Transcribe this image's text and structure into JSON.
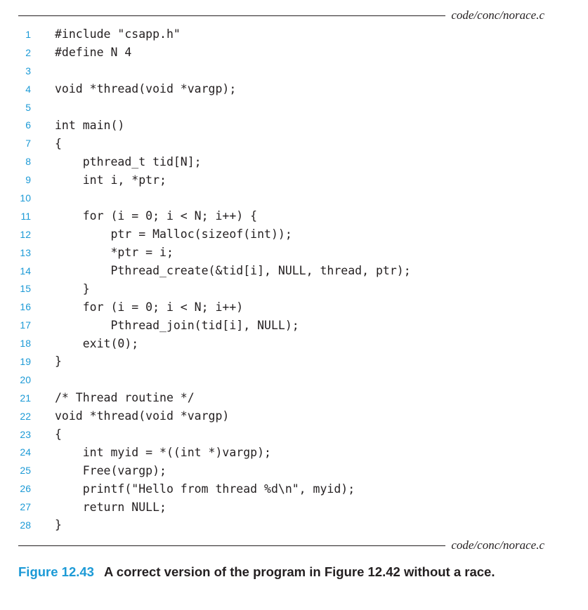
{
  "filename": "code/conc/norace.c",
  "code_lines": [
    {
      "num": "1",
      "text": "#include \"csapp.h\""
    },
    {
      "num": "2",
      "text": "#define N 4"
    },
    {
      "num": "3",
      "text": ""
    },
    {
      "num": "4",
      "text": "void *thread(void *vargp);"
    },
    {
      "num": "5",
      "text": ""
    },
    {
      "num": "6",
      "text": "int main()"
    },
    {
      "num": "7",
      "text": "{"
    },
    {
      "num": "8",
      "text": "    pthread_t tid[N];"
    },
    {
      "num": "9",
      "text": "    int i, *ptr;"
    },
    {
      "num": "10",
      "text": ""
    },
    {
      "num": "11",
      "text": "    for (i = 0; i < N; i++) {"
    },
    {
      "num": "12",
      "text": "        ptr = Malloc(sizeof(int));"
    },
    {
      "num": "13",
      "text": "        *ptr = i;"
    },
    {
      "num": "14",
      "text": "        Pthread_create(&tid[i], NULL, thread, ptr);"
    },
    {
      "num": "15",
      "text": "    }"
    },
    {
      "num": "16",
      "text": "    for (i = 0; i < N; i++)"
    },
    {
      "num": "17",
      "text": "        Pthread_join(tid[i], NULL);"
    },
    {
      "num": "18",
      "text": "    exit(0);"
    },
    {
      "num": "19",
      "text": "}"
    },
    {
      "num": "20",
      "text": ""
    },
    {
      "num": "21",
      "text": "/* Thread routine */"
    },
    {
      "num": "22",
      "text": "void *thread(void *vargp)"
    },
    {
      "num": "23",
      "text": "{"
    },
    {
      "num": "24",
      "text": "    int myid = *((int *)vargp);"
    },
    {
      "num": "25",
      "text": "    Free(vargp);"
    },
    {
      "num": "26",
      "text": "    printf(\"Hello from thread %d\\n\", myid);"
    },
    {
      "num": "27",
      "text": "    return NULL;"
    },
    {
      "num": "28",
      "text": "}"
    }
  ],
  "caption": {
    "figure_number": "Figure 12.43",
    "text": "A correct version of the program in Figure 12.42 without a race."
  },
  "colors": {
    "accent": "#1c9ad6",
    "text": "#231f20"
  }
}
